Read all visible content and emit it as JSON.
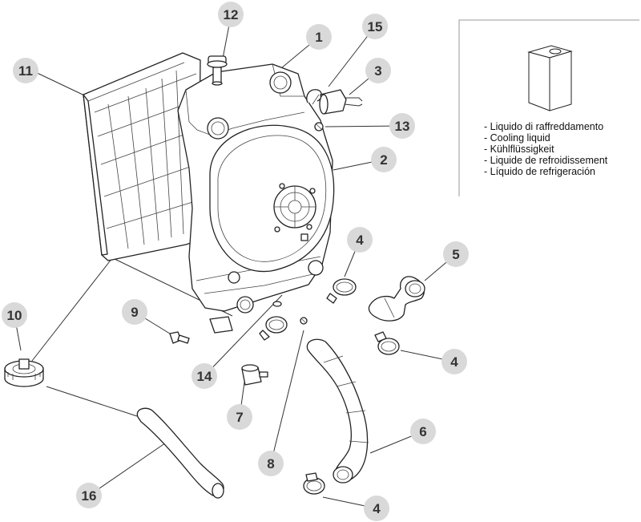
{
  "callouts": [
    {
      "number": "1"
    },
    {
      "number": "2"
    },
    {
      "number": "3"
    },
    {
      "number": "4"
    },
    {
      "number": "4"
    },
    {
      "number": "4"
    },
    {
      "number": "5"
    },
    {
      "number": "6"
    },
    {
      "number": "7"
    },
    {
      "number": "8"
    },
    {
      "number": "9"
    },
    {
      "number": "10"
    },
    {
      "number": "11"
    },
    {
      "number": "12"
    },
    {
      "number": "13"
    },
    {
      "number": "14"
    },
    {
      "number": "15"
    },
    {
      "number": "16"
    }
  ],
  "legend": {
    "items": [
      "- Liquido di raffreddamento",
      "- Cooling liquid",
      "- Kühlflüssigkeit",
      "- Liquide de refroidissement",
      "- Líquido de refrigeración"
    ]
  },
  "colors": {
    "callout_fill": "#d9d9d9",
    "line": "#333333",
    "legend_border": "#999999"
  }
}
